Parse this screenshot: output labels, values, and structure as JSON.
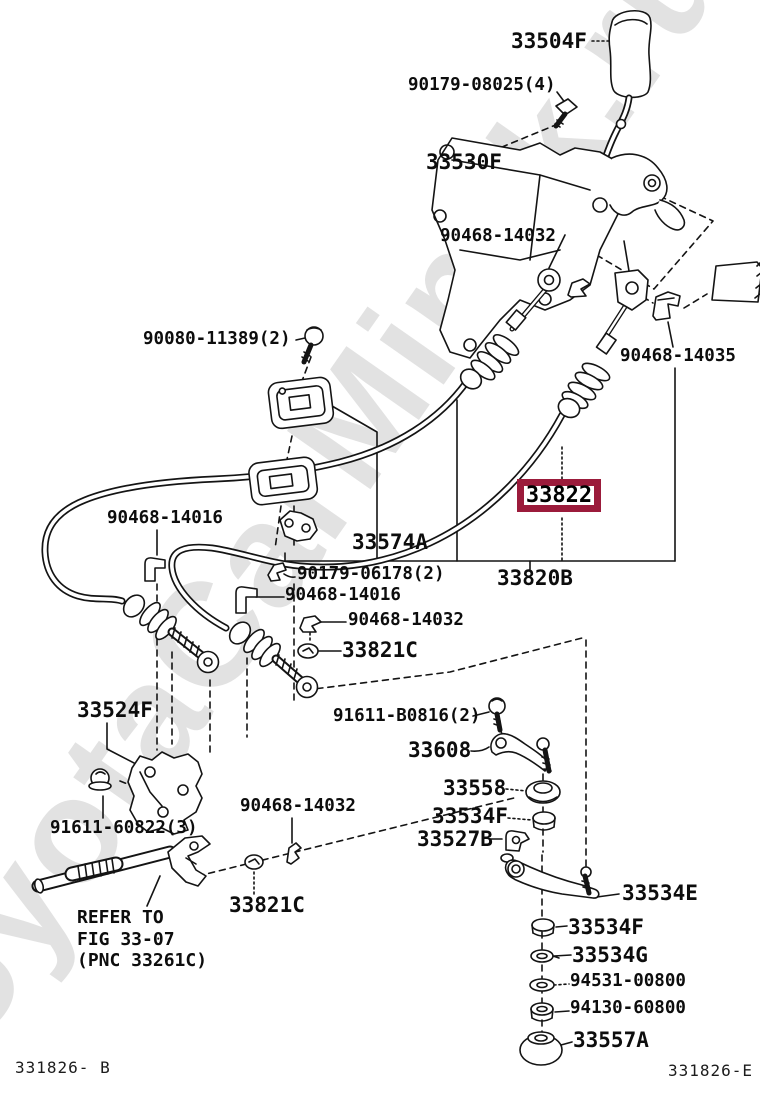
{
  "watermark": "ToyotaCarMinsk.ru",
  "figure": {
    "code_left": "331826- B",
    "code_right": "331826-E",
    "highlight_color": "#9b1b3b"
  },
  "note": {
    "line1": "REFER TO",
    "line2": "FIG 33-07",
    "line3": "(PNC 33261C)"
  },
  "labels": {
    "shift_knob": "33504F",
    "bolt_lever_bracket": "90179-08025(4)",
    "lever_bracket": "33530F",
    "clip_top": "90468-14032",
    "bolt_grommet": "90080-11389(2)",
    "clip_select_cable": "90468-14035",
    "highlight_part": "33822",
    "grommet_retainer": "33574A",
    "cable_assembly": "33820B",
    "clamp_left": "90468-14016",
    "clip_small": "90179-06178(2)",
    "clamp_mid": "90468-14016",
    "clip_mid": "90468-14032",
    "washer_mid": "33821C",
    "support_bracket": "33524F",
    "bolt_swivel": "91611-B0816(2)",
    "lever_shift": "33608",
    "bushing": "33558",
    "nut_upper": "33534F",
    "clamp_lower": "33527B",
    "bolt_bracket": "91611-60822(3)",
    "clip_bottom": "90468-14032",
    "washer_bottom": "33821C",
    "swivel_arm": "33534E",
    "nut_arm": "33534F",
    "washer_arm": "33534G",
    "washer_plate": "94531-00800",
    "nut_lock": "94130-60800",
    "grommet_end": "33557A"
  }
}
